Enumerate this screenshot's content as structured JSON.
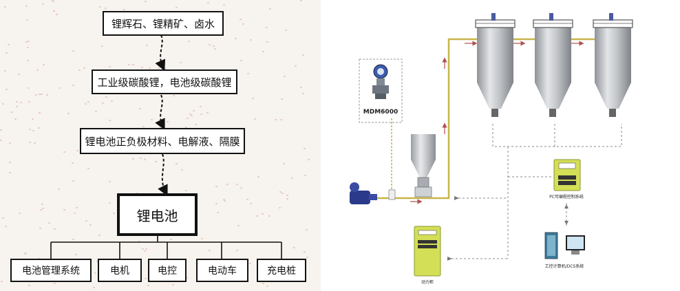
{
  "left": {
    "chain": [
      "锂辉石、锂精矿、卤水",
      "工业级碳酸锂，电池级碳酸锂",
      "锂电池正负极材料、电解液、隔膜"
    ],
    "center": "锂电池",
    "apps": [
      "电池管理系统",
      "电机",
      "电控",
      "电动车",
      "充电桩"
    ]
  },
  "right": {
    "sensor_label": "MDM6000",
    "pc_label": "PC可编程控制系统",
    "ipc_label": "工控计算机/DCS系统",
    "power_label": "动力柜"
  },
  "colors": {
    "pipe": "#c8b44a",
    "silo": "#b9bcc0",
    "cabinet": "#d3df56",
    "arrow_red": "#b05050",
    "blower": "#2b3a8a"
  }
}
